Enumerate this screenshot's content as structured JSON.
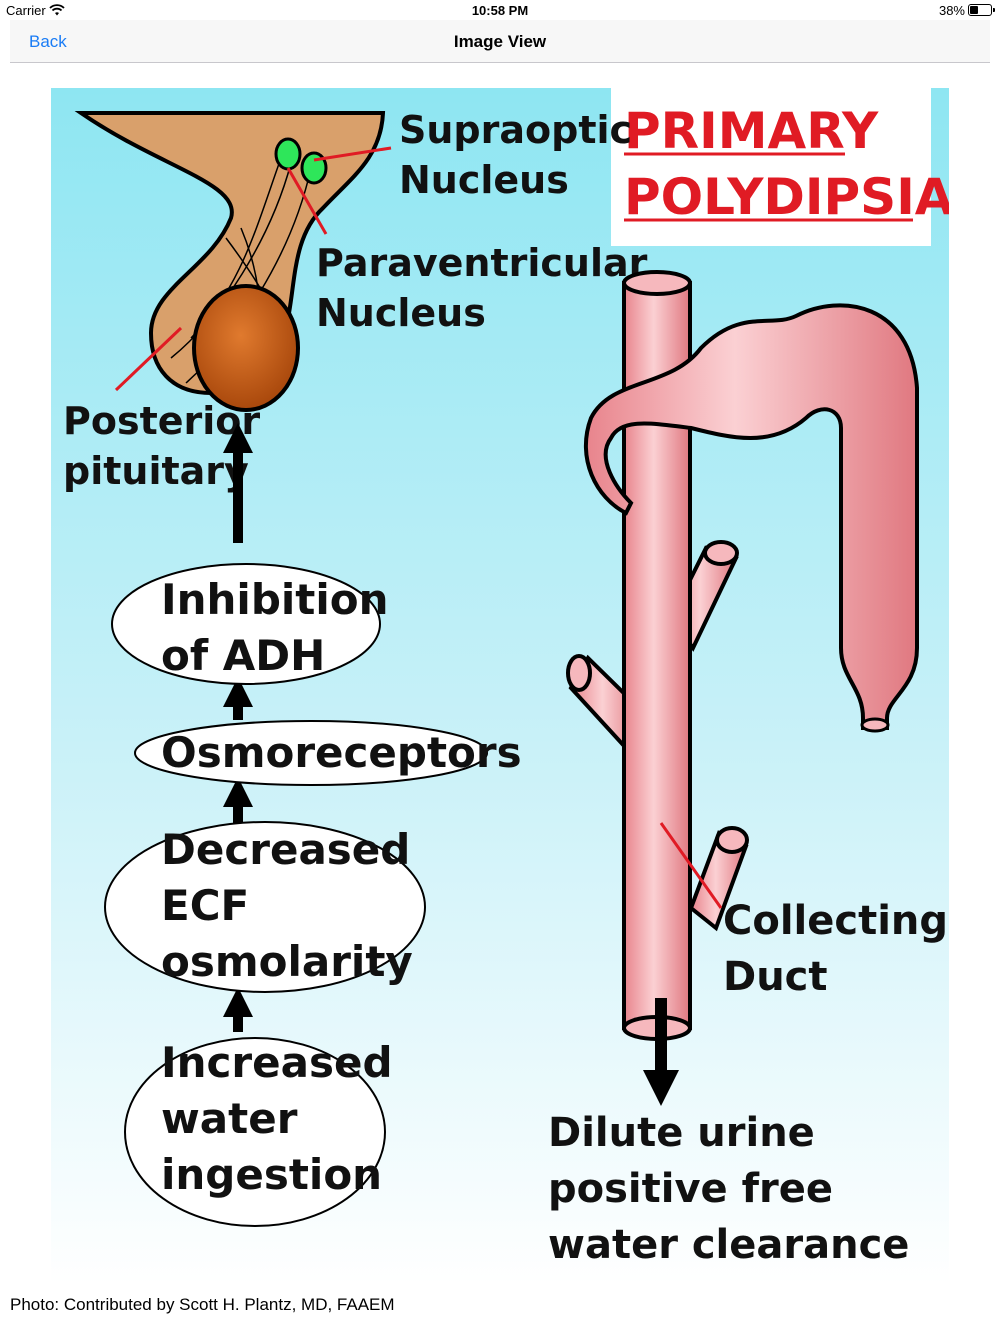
{
  "status_bar": {
    "carrier": "Carrier",
    "time": "10:58 PM",
    "battery_percent": "38%",
    "battery_level": 0.38,
    "wifi_icon": "wifi-icon",
    "battery_icon": "battery-icon"
  },
  "nav": {
    "back_label": "Back",
    "title": "Image View",
    "accent_color": "#1a7cf5"
  },
  "figure": {
    "title_line1": "PRIMARY",
    "title_line2": "POLYDIPSIA",
    "title_color": "#e01b24",
    "labels": {
      "supraoptic_line1": "Supraoptic",
      "supraoptic_line2": "Nucleus",
      "paraventricular_line1": "Paraventricular",
      "paraventricular_line2": "Nucleus",
      "posterior_line1": "Posterior",
      "posterior_line2": "pituitary",
      "collecting_line1": "Collecting",
      "collecting_line2": "Duct"
    },
    "flow": {
      "inhibition_line1": "Inhibition",
      "inhibition_line2": "of ADH",
      "osmoreceptors": "Osmoreceptors",
      "decreased_line1": "Decreased",
      "decreased_line2": "ECF",
      "decreased_line3": "osmolarity",
      "increased_line1": "Increased",
      "increased_line2": "water",
      "increased_line3": "ingestion"
    },
    "outcome": {
      "line1": "Dilute urine",
      "line2": "positive free",
      "line3": "water clearance"
    },
    "background_top": "#8ee6f2",
    "background_bottom": "#ffffff",
    "duct_color": "#f29aa0"
  },
  "caption": "Photo: Contributed by Scott H. Plantz, MD, FAAEM"
}
